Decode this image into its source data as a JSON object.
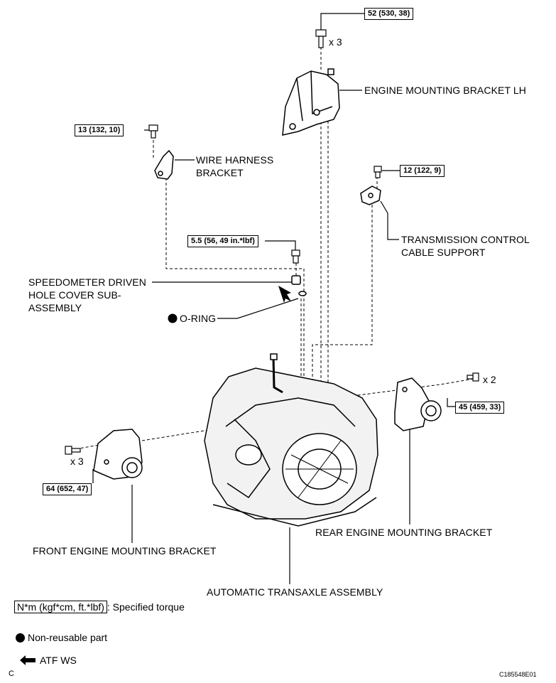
{
  "labels": {
    "engine_mounting_bracket_lh": "ENGINE MOUNTING BRACKET LH",
    "wire_harness_bracket_1": "WIRE HARNESS",
    "wire_harness_bracket_2": "BRACKET",
    "transmission_control_1": "TRANSMISSION CONTROL",
    "transmission_control_2": "CABLE SUPPORT",
    "speedometer_1": "SPEEDOMETER DRIVEN",
    "speedometer_2": "HOLE COVER SUB-",
    "speedometer_3": "ASSEMBLY",
    "o_ring": "O-RING",
    "rear_engine_mounting_bracket": "REAR ENGINE MOUNTING BRACKET",
    "front_engine_mounting_bracket": "FRONT ENGINE MOUNTING BRACKET",
    "automatic_transaxle_assembly": "AUTOMATIC TRANSAXLE ASSEMBLY"
  },
  "torques": {
    "engine_bracket": "52 (530, 38)",
    "wire_harness": "13 (132, 10)",
    "transmission_control": "12 (122, 9)",
    "speedometer": "5.5 (56, 49 in.*lbf)",
    "rear_mount": "45 (459, 33)",
    "front_mount": "64 (652, 47)"
  },
  "quantities": {
    "engine_bracket": "x 3",
    "rear_mount": "x 2",
    "front_mount": "x 3"
  },
  "legend": {
    "torque_unit": "N*m (kgf*cm, ft.*lbf)",
    "torque_desc": ": Specified torque",
    "non_reusable": "Non-reusable part",
    "atf": "ATF WS"
  },
  "footer": {
    "left_letter": "C",
    "figure_code": "C185548E01"
  },
  "icons": [
    "bolt-icon",
    "non-reusable-dot-icon",
    "apply-arrow-icon"
  ]
}
